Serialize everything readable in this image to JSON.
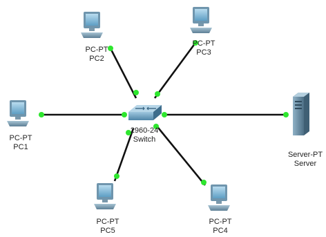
{
  "diagram": {
    "link_color": "#111111",
    "port_color": "#2ee62e",
    "nodes": [
      {
        "id": "switch",
        "model": "2960-24",
        "name": "Switch",
        "icon": "switch-icon"
      },
      {
        "id": "pc2",
        "model": "PC-PT",
        "name": "PC2",
        "icon": "pc-icon"
      },
      {
        "id": "pc3",
        "model": "PC-PT",
        "name": "PC3",
        "icon": "pc-icon"
      },
      {
        "id": "pc1",
        "model": "PC-PT",
        "name": "PC1",
        "icon": "pc-icon"
      },
      {
        "id": "server",
        "model": "Server-PT",
        "name": "Server",
        "icon": "server-icon"
      },
      {
        "id": "pc5",
        "model": "PC-PT",
        "name": "PC5",
        "icon": "pc-icon"
      },
      {
        "id": "pc4",
        "model": "PC-PT",
        "name": "PC4",
        "icon": "pc-icon"
      }
    ],
    "links": [
      {
        "from": "switch",
        "to": "pc2"
      },
      {
        "from": "switch",
        "to": "pc3"
      },
      {
        "from": "switch",
        "to": "pc1"
      },
      {
        "from": "switch",
        "to": "server"
      },
      {
        "from": "switch",
        "to": "pc5"
      },
      {
        "from": "switch",
        "to": "pc4"
      }
    ]
  }
}
